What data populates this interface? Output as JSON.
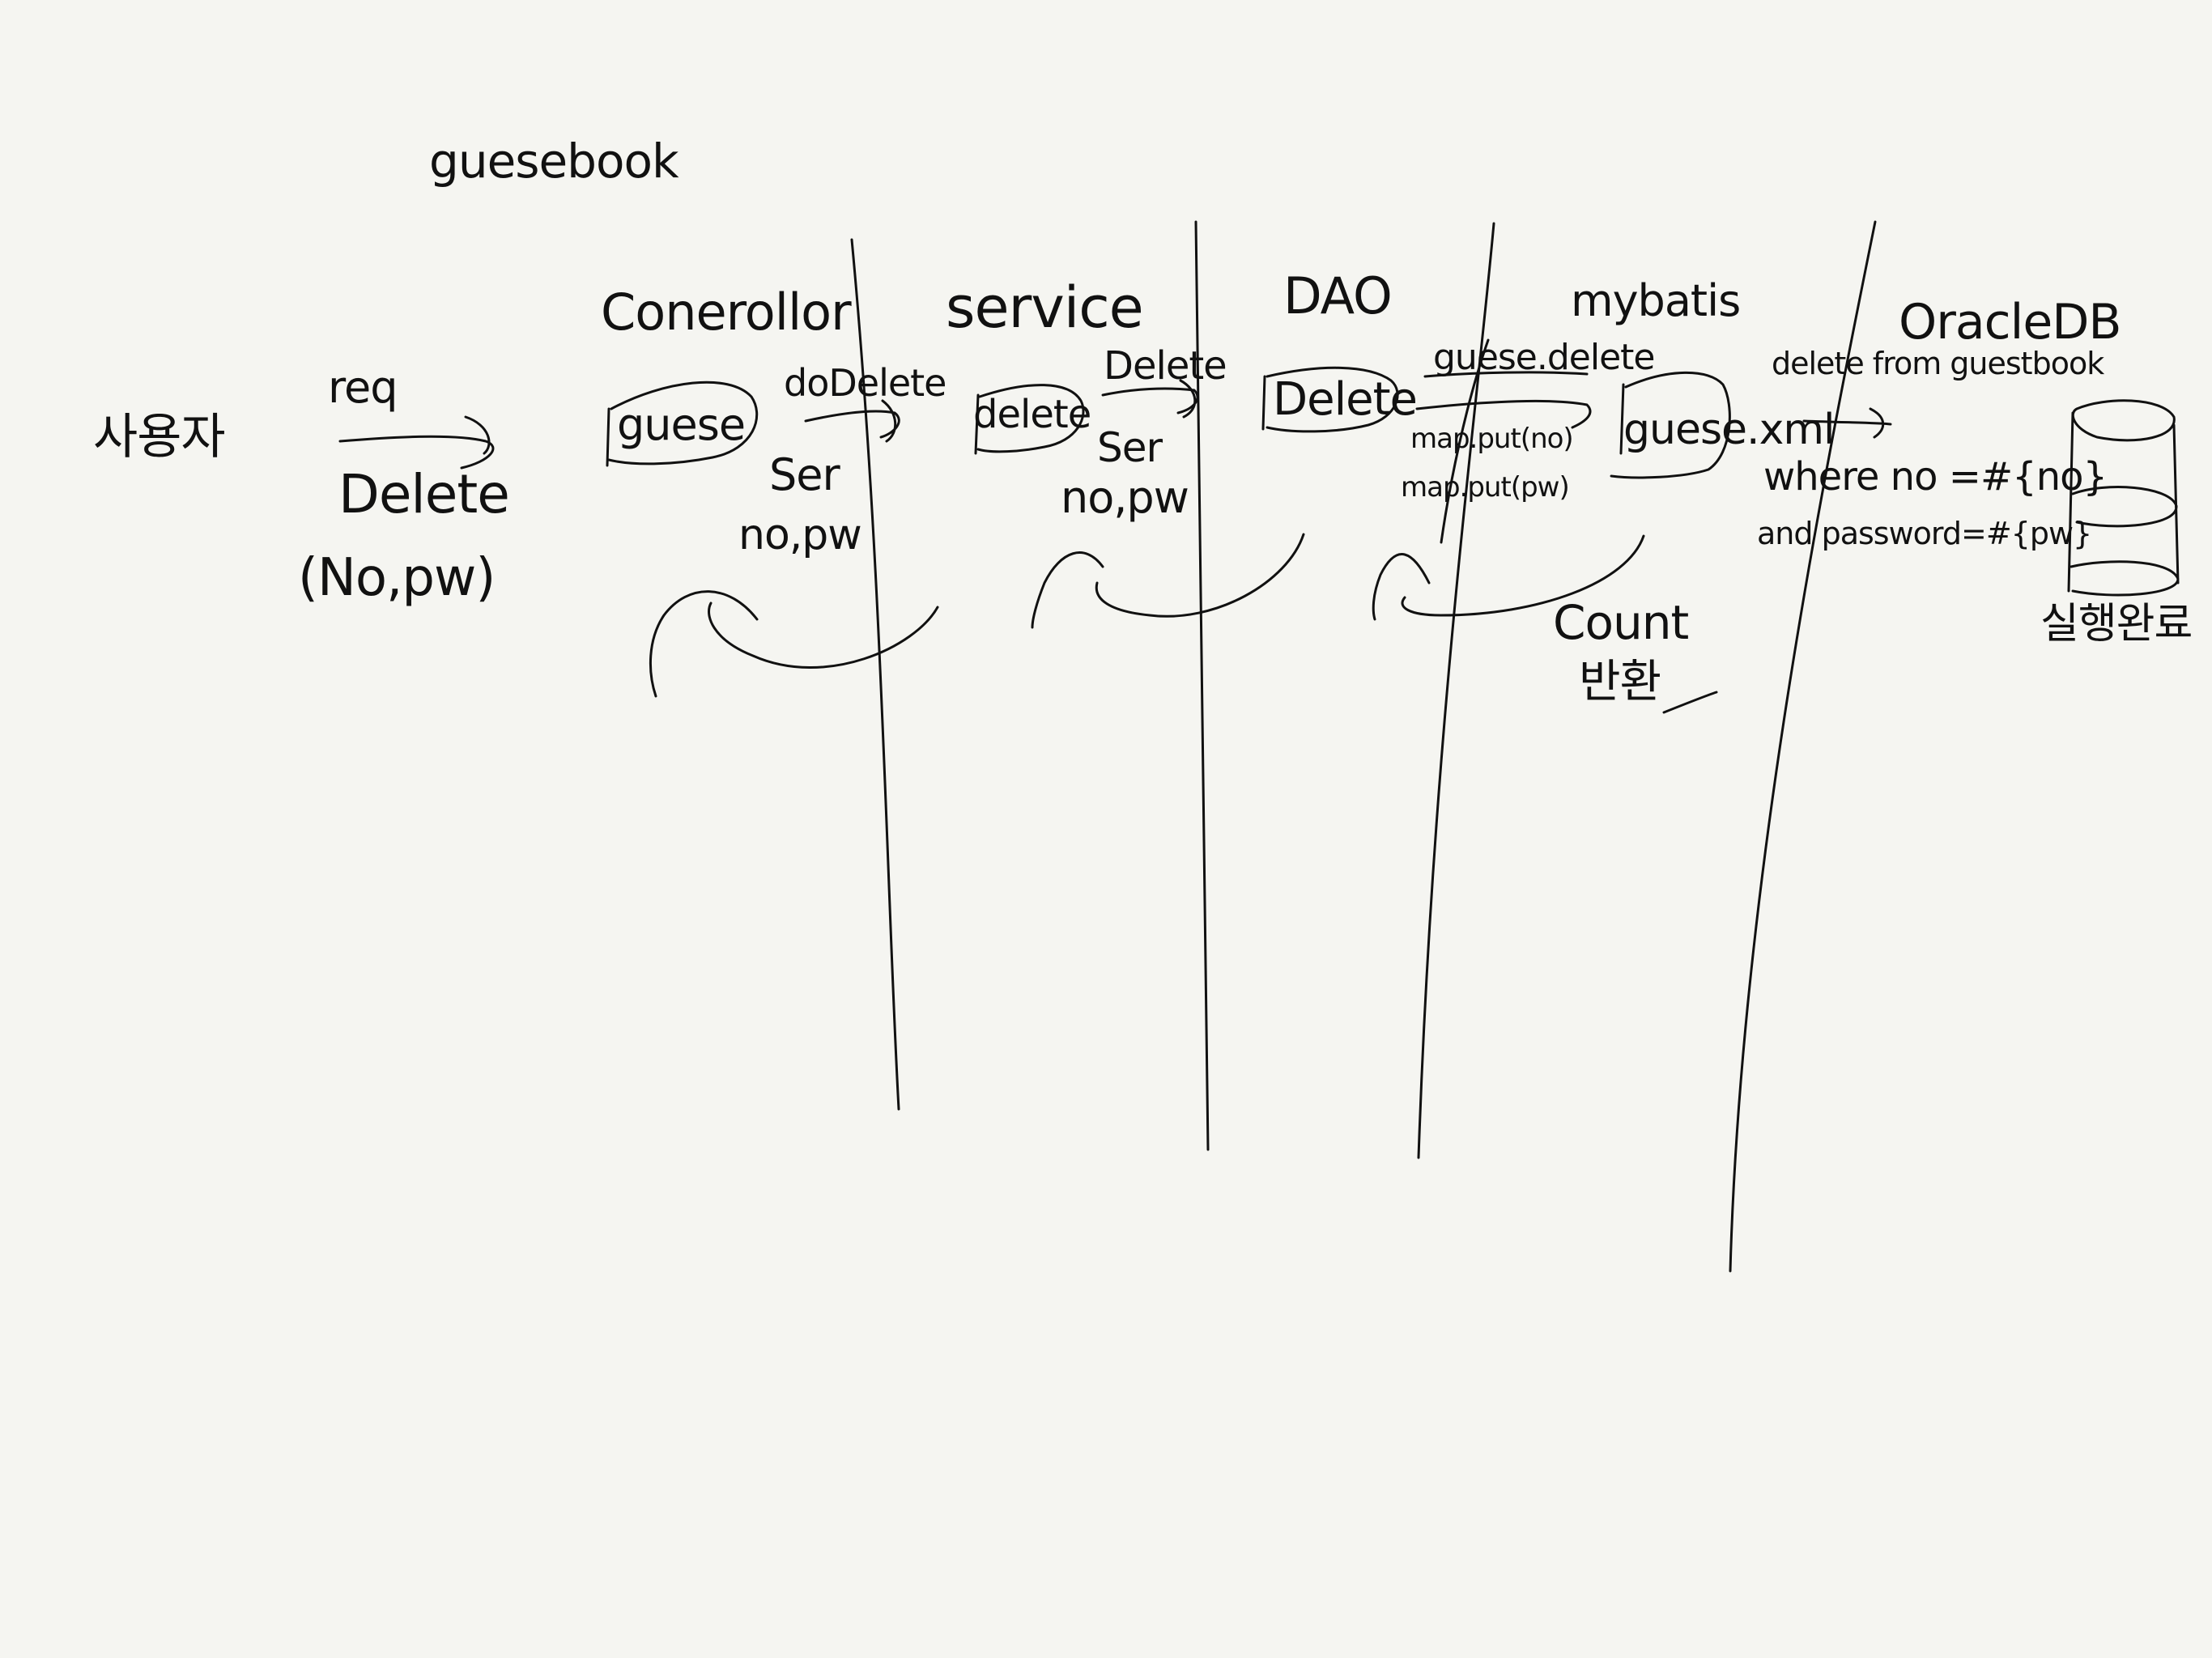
{
  "diagram": {
    "title": "guesebook",
    "user": "사용자",
    "request": {
      "label": "req",
      "method": "Delete",
      "params": "(No,pw)"
    },
    "columns": {
      "controller": "Conerollor",
      "service": "service",
      "dao": "DAO",
      "mybatis": "mybatis",
      "oracle": "OracleDB"
    },
    "controller": {
      "box": "guese",
      "call": "doDelete",
      "arg": "Ser",
      "params": "no,pw"
    },
    "service": {
      "box": "delete",
      "call": "Delete",
      "arg": "Ser",
      "params": "no,pw"
    },
    "dao": {
      "box": "Delete",
      "call": "guese.delete",
      "map_no": "map.put(no)",
      "map_pw": "map.put(pw)"
    },
    "mybatis": {
      "box": "guese.xml",
      "count": "Count",
      "returned": "반환"
    },
    "oracle": {
      "sql_line1": "delete from guestbook",
      "sql_line2": "where no =#{no}",
      "sql_line3": "and password=#{pw}",
      "executed": "실행완료"
    }
  },
  "colors": {
    "background": "#f5f5f1",
    "ink": "#111111"
  }
}
